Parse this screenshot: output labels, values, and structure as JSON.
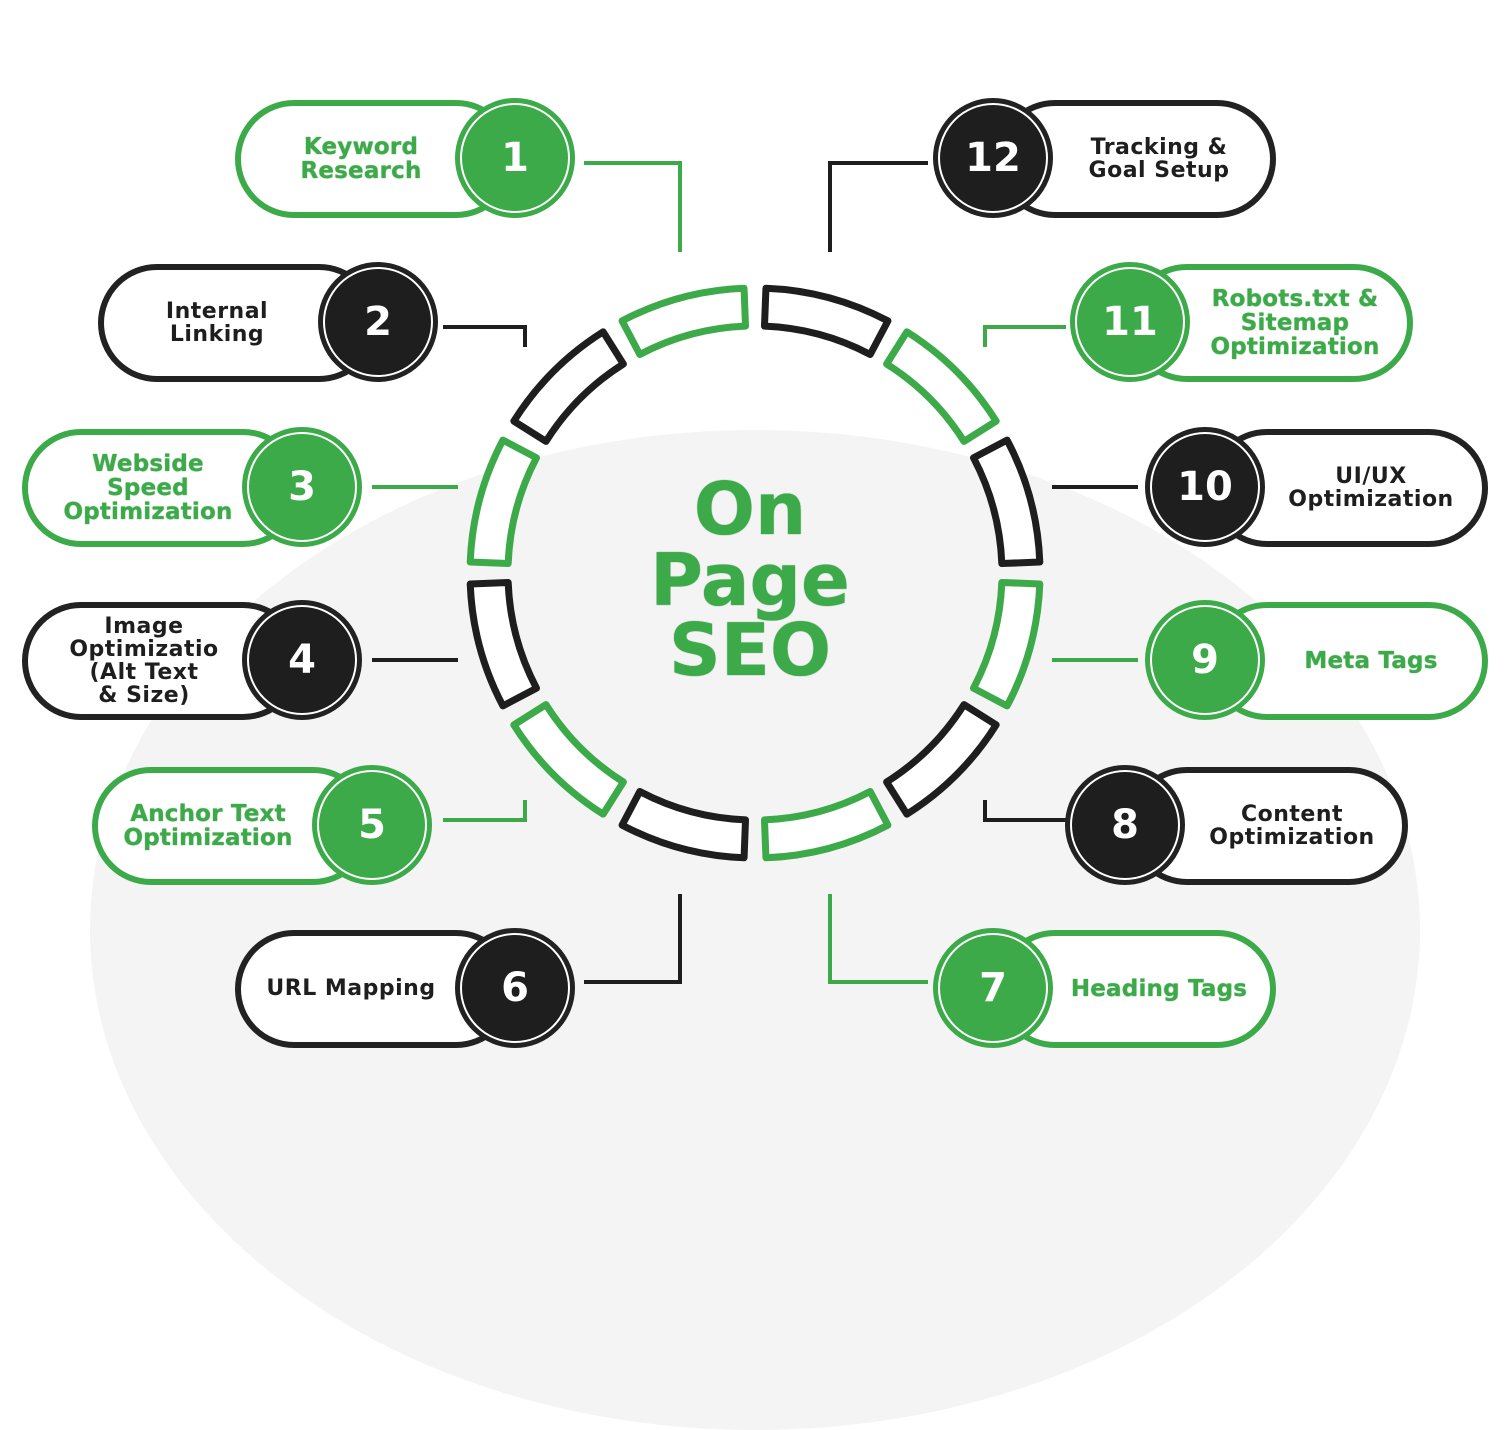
{
  "center": {
    "line1": "On",
    "line2": "Page",
    "line3": "SEO"
  },
  "colors": {
    "green": "#3daa4a",
    "black": "#1e1e1e",
    "background": "#ffffff"
  },
  "items": [
    {
      "number": "1",
      "label": "Keyword\nResearch",
      "theme": "green",
      "side": "left"
    },
    {
      "number": "2",
      "label": "Internal\nLinking",
      "theme": "black",
      "side": "left"
    },
    {
      "number": "3",
      "label": "Webside\nSpeed\nOptimization",
      "theme": "green",
      "side": "left"
    },
    {
      "number": "4",
      "label": "Image\nOptimizatio\n(Alt Text\n& Size)",
      "theme": "black",
      "side": "left"
    },
    {
      "number": "5",
      "label": "Anchor Text\nOptimization",
      "theme": "green",
      "side": "left"
    },
    {
      "number": "6",
      "label": "URL Mapping",
      "theme": "black",
      "side": "left"
    },
    {
      "number": "7",
      "label": "Heading Tags",
      "theme": "green",
      "side": "right"
    },
    {
      "number": "8",
      "label": "Content\nOptimization",
      "theme": "black",
      "side": "right"
    },
    {
      "number": "9",
      "label": "Meta Tags",
      "theme": "green",
      "side": "right"
    },
    {
      "number": "10",
      "label": "UI/UX\nOptimization",
      "theme": "black",
      "side": "right"
    },
    {
      "number": "11",
      "label": "Robots.txt &\nSitemap\nOptimization",
      "theme": "green",
      "side": "right"
    },
    {
      "number": "12",
      "label": "Tracking &\nGoal Setup",
      "theme": "black",
      "side": "right"
    }
  ]
}
